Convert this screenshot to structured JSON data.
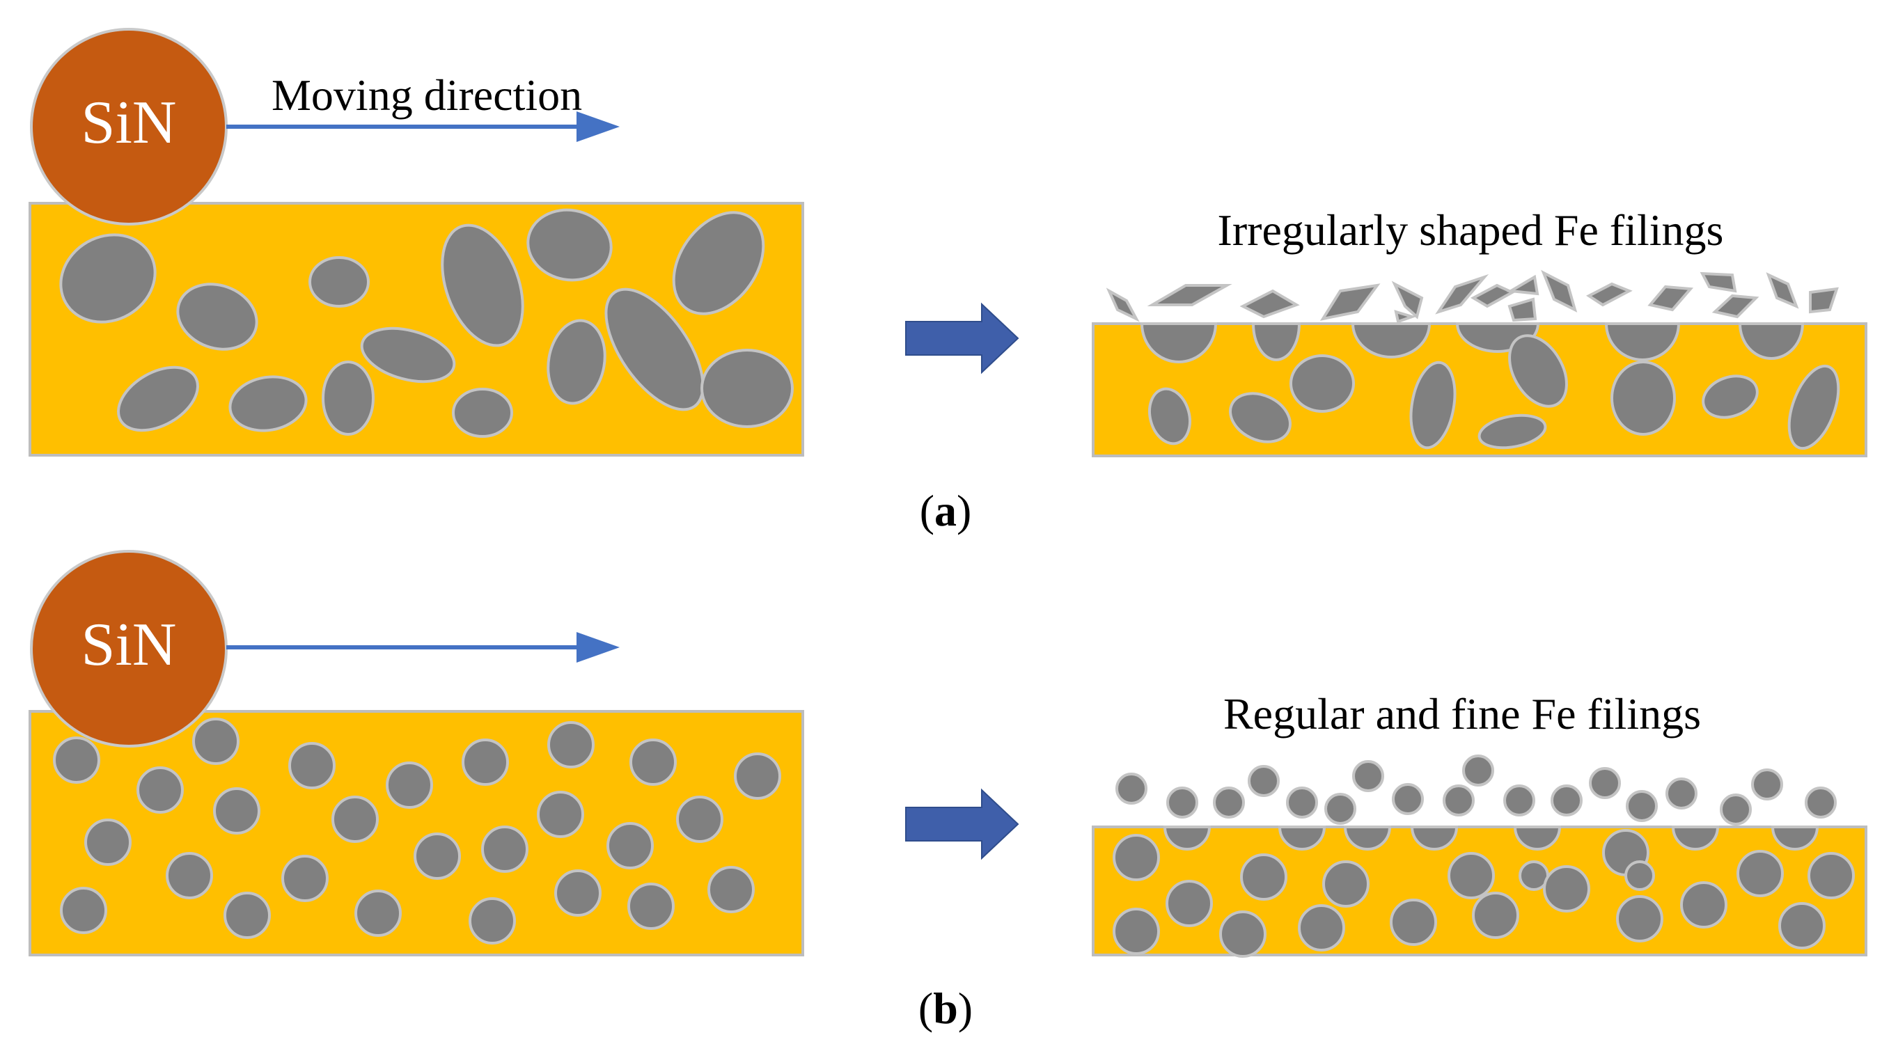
{
  "panel_a": {
    "ball_label": "SiN",
    "direction_label": "Moving direction",
    "result_label": "Irregularly shaped Fe filings",
    "caption_open": "(",
    "caption_letter": "a",
    "caption_close": ")"
  },
  "panel_b": {
    "ball_label": "SiN",
    "result_label": "Regular and fine Fe filings",
    "caption_open": "(",
    "caption_letter": "b",
    "caption_close": ")"
  },
  "colors": {
    "matrix": "#FFBF00",
    "particle": "#808080",
    "ball": "#C55A11",
    "direction_arrow": "#4472C4",
    "process_arrow": "#3F5FAA"
  }
}
